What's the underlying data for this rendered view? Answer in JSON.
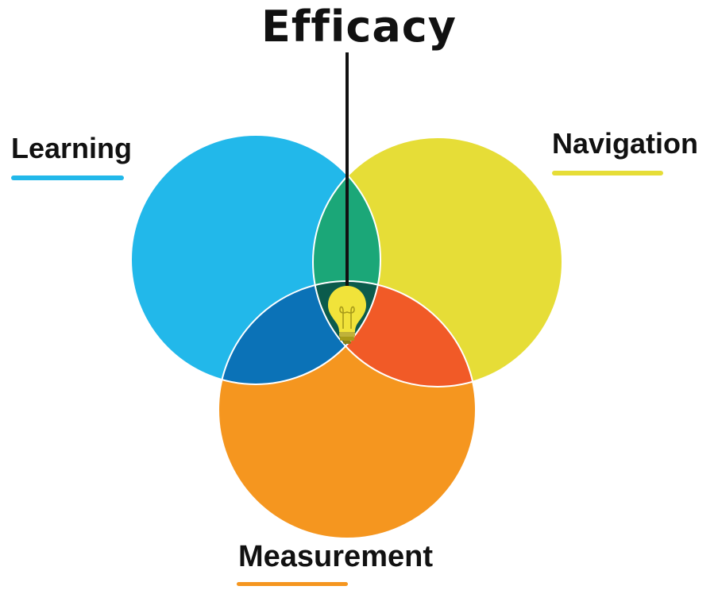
{
  "title": "Efficacy",
  "sets": {
    "learning": {
      "label": "Learning",
      "color": "#22b8ea"
    },
    "navigation": {
      "label": "Navigation",
      "color": "#e6dd37"
    },
    "measurement": {
      "label": "Measurement",
      "color": "#f5961f"
    }
  },
  "overlaps": {
    "learning_navigation": "#1ba778",
    "learning_measurement": "#0b72b7",
    "navigation_measurement": "#f15a27",
    "all_three": "#0b5b4c"
  },
  "icon": {
    "name": "lightbulb-icon",
    "color": "#f1e33a"
  }
}
